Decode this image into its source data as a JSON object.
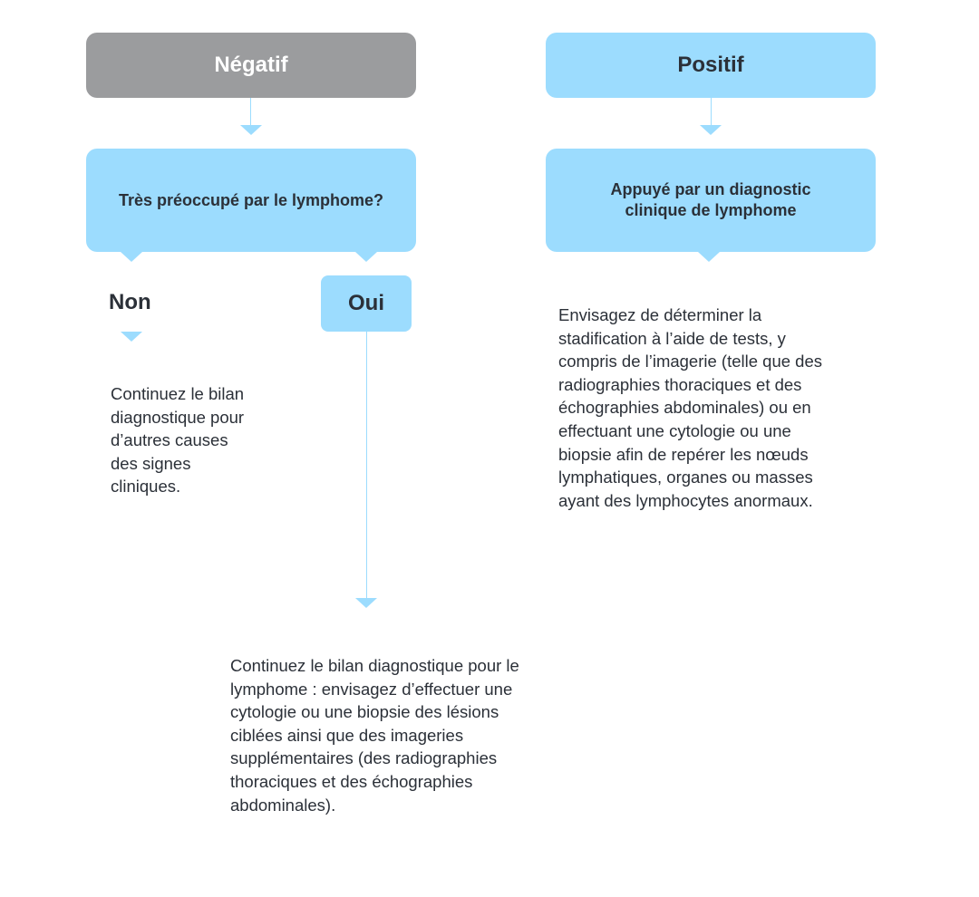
{
  "negative": {
    "title": "Négatif",
    "question": "Très préoccupé par le lymphome?",
    "no_label": "Non",
    "yes_label": "Oui",
    "no_text": "Continuez le bilan diagnostique pour d’autres causes des signes cliniques.",
    "yes_text": "Continuez le bilan diagnostique pour le lymphome : envisagez d’effectuer une cytologie ou une biopsie des lésions ciblées ainsi que des imageries supplémentaires (des radiographies thoraciques et des échographies abdominales)."
  },
  "positive": {
    "title": "Positif",
    "question": "Appuyé par un diagnostic clinique de lymphome",
    "text": "Envisagez de déterminer la stadification à l’aide de tests, y compris de l’imagerie (telle que des radiographies thoraciques et des échographies abdominales) ou en effectuant une cytologie ou une biopsie afin de repérer les nœuds lymphatiques, organes ou masses ayant des lymphocytes anormaux."
  },
  "colors": {
    "negative_box": "#9b9c9e",
    "accent_blue": "#9cdcfe",
    "text": "#2b3038"
  }
}
